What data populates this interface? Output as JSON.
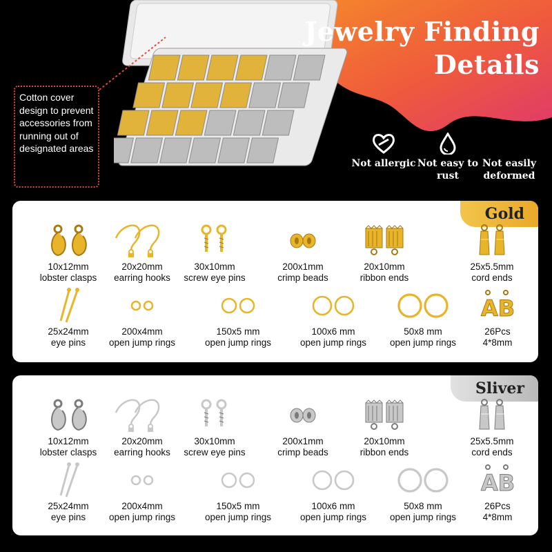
{
  "title": {
    "line1": "Jewelry Finding",
    "line2": "Details"
  },
  "callout": {
    "text": "Cotton cover design to prevent accessories from running out of designated areas"
  },
  "features": [
    {
      "icon": "hypoallergenic-icon",
      "label": "Not allergic"
    },
    {
      "icon": "water-drop-icon",
      "label": "Not easy to rust"
    },
    {
      "icon": "no-deform-icon",
      "label": "Not easily deformed"
    }
  ],
  "colors": {
    "gold": "#d9a21c",
    "silver": "#a9a9a9",
    "accent_orange": "#f07a28",
    "accent_pink": "#e44a7e"
  },
  "gold_panel": {
    "tag": "Gold",
    "items": [
      {
        "icon": "lobster-clasp-icon",
        "size": "10x12mm",
        "name": "lobster clasps"
      },
      {
        "icon": "earring-hook-icon",
        "size": "20x20mm",
        "name": "earring hooks"
      },
      {
        "icon": "screw-eye-pin-icon",
        "size": "30x10mm",
        "name": "screw eye pins"
      },
      {
        "icon": "crimp-bead-icon",
        "size": "200x1mm",
        "name": "crimp beads"
      },
      {
        "icon": "ribbon-end-icon",
        "size": "20x10mm",
        "name": "ribbon ends"
      },
      {
        "icon": "cord-end-icon",
        "size": "25x5.5mm",
        "name": "cord ends"
      },
      {
        "icon": "eye-pin-icon",
        "size": "25x24mm",
        "name": "eye pins"
      },
      {
        "icon": "jump-ring-icon",
        "size": "200x4mm",
        "name": "open jump rings"
      },
      {
        "icon": "jump-ring-icon",
        "size": "150x5 mm",
        "name": "open jump rings"
      },
      {
        "icon": "jump-ring-icon",
        "size": "100x6 mm",
        "name": "open jump rings"
      },
      {
        "icon": "jump-ring-icon",
        "size": "50x8 mm",
        "name": "open jump rings"
      },
      {
        "icon": "letter-charm-icon",
        "size": "26Pcs",
        "name": "4*8mm"
      }
    ]
  },
  "silver_panel": {
    "tag": "Sliver",
    "items": [
      {
        "icon": "lobster-clasp-icon",
        "size": "10x12mm",
        "name": "lobster clasps"
      },
      {
        "icon": "earring-hook-icon",
        "size": "20x20mm",
        "name": "earring hooks"
      },
      {
        "icon": "screw-eye-pin-icon",
        "size": "30x10mm",
        "name": "screw eye pins"
      },
      {
        "icon": "crimp-bead-icon",
        "size": "200x1mm",
        "name": "crimp beads"
      },
      {
        "icon": "ribbon-end-icon",
        "size": "20x10mm",
        "name": "ribbon ends"
      },
      {
        "icon": "cord-end-icon",
        "size": "25x5.5mm",
        "name": "cord ends"
      },
      {
        "icon": "eye-pin-icon",
        "size": "25x24mm",
        "name": "eye pins"
      },
      {
        "icon": "jump-ring-icon",
        "size": "200x4mm",
        "name": "open jump rings"
      },
      {
        "icon": "jump-ring-icon",
        "size": "150x5 mm",
        "name": "open jump rings"
      },
      {
        "icon": "jump-ring-icon",
        "size": "100x6 mm",
        "name": "open jump rings"
      },
      {
        "icon": "jump-ring-icon",
        "size": "50x8 mm",
        "name": "open jump rings"
      },
      {
        "icon": "letter-charm-icon",
        "size": "26Pcs",
        "name": "4*8mm"
      }
    ]
  },
  "charm_letters": "AB"
}
